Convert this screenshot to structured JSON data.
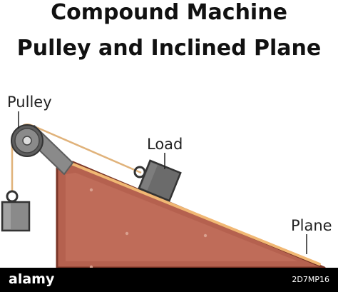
{
  "title": {
    "line1": "Compound Machine",
    "line2": "Pulley and Inclined Plane"
  },
  "labels": {
    "pulley": "Pulley",
    "load": "Load",
    "plane": "Plane"
  },
  "colors": {
    "ramp_fill": "#b5614f",
    "ramp_edge": "#7a3527",
    "ramp_top": "#f1b874",
    "rope": "#e0b27a",
    "metal": "#8a8a8a",
    "metal_dark": "#5d5d5d",
    "footer_bg": "#000000"
  },
  "footer": {
    "brand": "alamy",
    "stock_id": "2D7MP16"
  }
}
